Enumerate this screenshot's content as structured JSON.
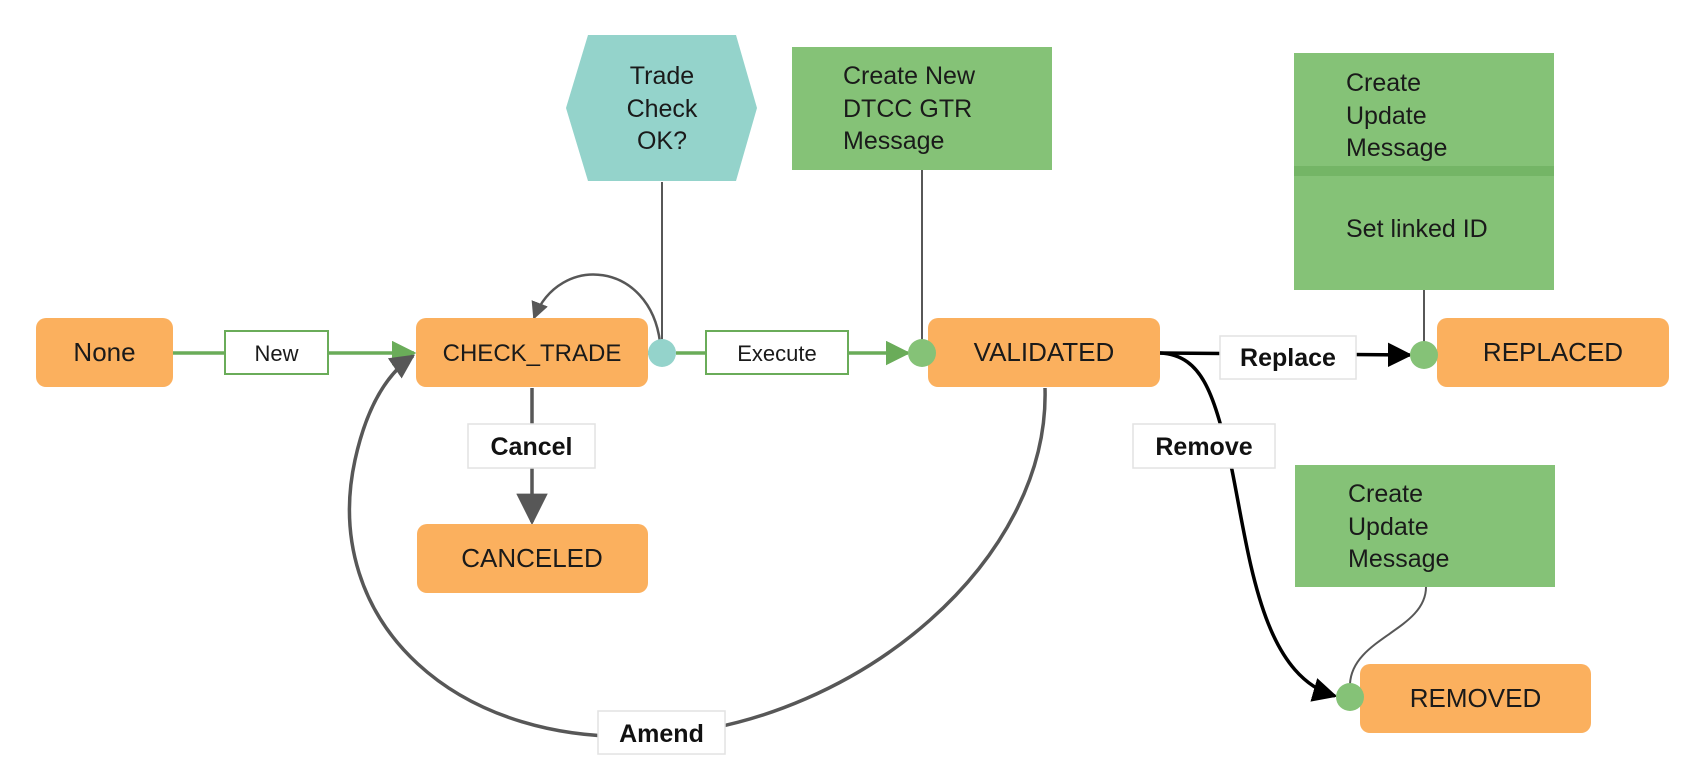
{
  "colors": {
    "state_fill": "#fbb05e",
    "action_fill": "#85c277",
    "action_divider": "#74b566",
    "hexagon_fill": "#94d3cb",
    "junction_teal": "#94d3cb",
    "junction_green": "#85c277",
    "green_edge": "#6aac59",
    "gray_edge": "#575757",
    "black_edge": "#000000",
    "label_border_green": "#6aac59",
    "label_border_gray": "#e2e2e2"
  },
  "states": {
    "none": "None",
    "check_trade": "CHECK_TRADE",
    "canceled": "CANCELED",
    "validated": "VALIDATED",
    "replaced": "REPLACED",
    "removed": "REMOVED"
  },
  "transitions": {
    "new": "New",
    "execute": "Execute",
    "cancel": "Cancel",
    "amend": "Amend",
    "replace": "Replace",
    "remove": "Remove"
  },
  "conditions": {
    "trade_check": [
      "Trade",
      "Check",
      "OK?"
    ]
  },
  "actions": {
    "create_new": [
      "Create New",
      "DTCC GTR",
      "Message"
    ],
    "replace_update": [
      "Create",
      "Update",
      "Message"
    ],
    "replace_linked": "Set linked ID",
    "remove_update": [
      "Create",
      "Update",
      "Message"
    ]
  }
}
